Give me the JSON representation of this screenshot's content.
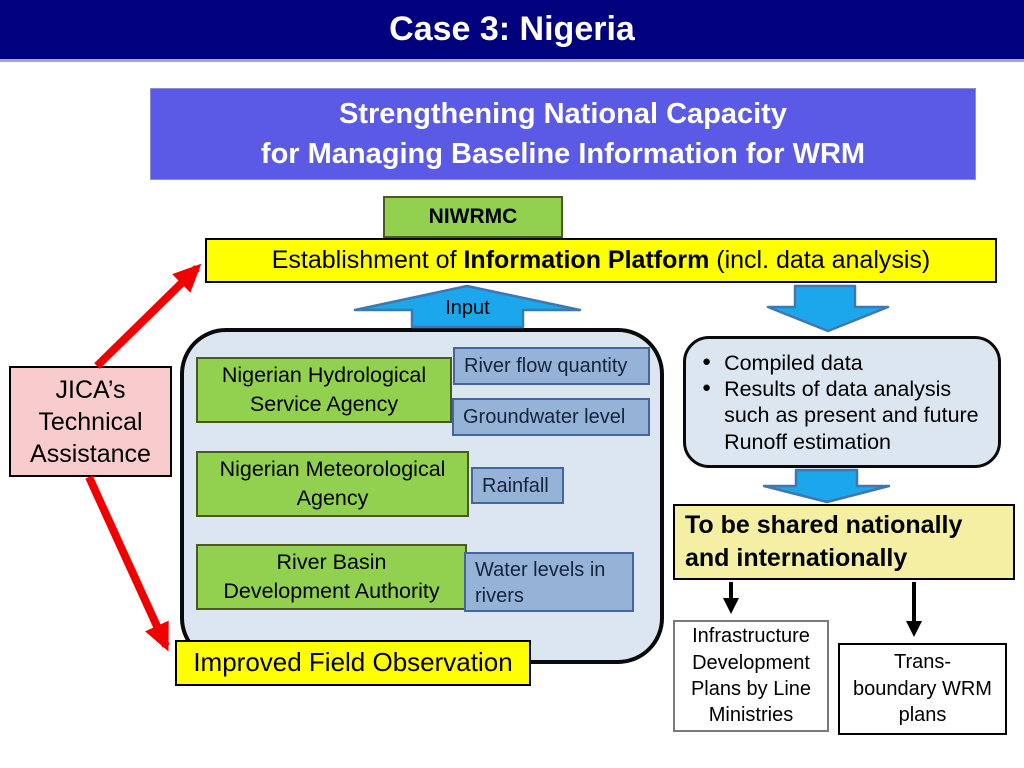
{
  "banner": {
    "title": "Case 3: Nigeria"
  },
  "subtitle": {
    "line1": "Strengthening National Capacity",
    "line2": "for Managing Baseline Information for WRM"
  },
  "niwrmc": {
    "label": "NIWRMC"
  },
  "platform": {
    "prefix": "Establishment of ",
    "bold": "Information Platform",
    "suffix": " (incl. data analysis)"
  },
  "input_arrow": {
    "label": "Input"
  },
  "jica": {
    "line1": "JICA’s",
    "line2": "Technical",
    "line3": "Assistance"
  },
  "agencies": [
    {
      "line1": "Nigerian Hydrological",
      "line2": "Service Agency"
    },
    {
      "line1": "Nigerian Meteorological",
      "line2": "Agency"
    },
    {
      "line1": "River Basin",
      "line2": "Development Authority"
    }
  ],
  "measurements": [
    "River flow quantity",
    "Groundwater level",
    "Rainfall",
    "Water levels in rivers"
  ],
  "improved": {
    "label": "Improved Field Observation"
  },
  "compiled": {
    "bullet1": "Compiled data",
    "bullet2": "Results of data analysis such as present and future Runoff estimation"
  },
  "shared": {
    "line1": "To be shared nationally",
    "line2": "and internationally"
  },
  "plans": {
    "infrastructure": {
      "line1": "Infrastructure",
      "line2": "Development",
      "line3": "Plans by Line",
      "line4": "Ministries"
    },
    "transboundary": {
      "line1": "Trans-",
      "line2": "boundary WRM",
      "line3": "plans"
    }
  },
  "colors": {
    "banner_navy": "#01017E",
    "subtitle_blue": "#5A5AE6",
    "green": "#92D050",
    "bright_yellow": "#FFFF00",
    "pale_yellow": "#F5EFA3",
    "panel_blue": "#DCE6F1",
    "data_blue": "#95B3D7",
    "pink": "#F8CCCC",
    "arrow_cyan": "#1CA7EC",
    "arrow_red": "#F20000"
  }
}
